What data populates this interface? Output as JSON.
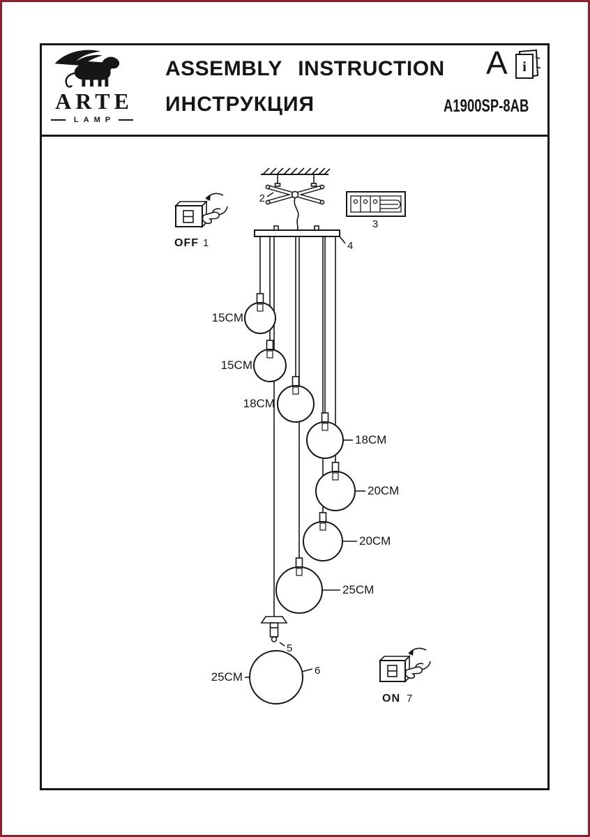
{
  "header": {
    "title_en": "ASSEMBLY  INSTRUCTION",
    "title_ru": "ИНСТРУКЦИЯ",
    "model": "A1900SP-8AB",
    "section_letter": "A",
    "booklet_letter": "i"
  },
  "logo": {
    "brand": "ARTE",
    "sub": "LAMP"
  },
  "steps": {
    "off_label": "OFF",
    "on_label": "ON",
    "n1": "1",
    "n2": "2",
    "n3": "3",
    "n4": "4",
    "n5": "5",
    "n6": "6",
    "n7": "7"
  },
  "pendants": [
    {
      "label": "15CM"
    },
    {
      "label": "15CM"
    },
    {
      "label": "18CM"
    },
    {
      "label": "18CM"
    },
    {
      "label": "20CM"
    },
    {
      "label": "20CM"
    },
    {
      "label": "25CM"
    }
  ],
  "floor_globe_label": "25CM",
  "colors": {
    "accent_red": "#8f2030",
    "ink": "#161616",
    "paper": "#ffffff"
  }
}
